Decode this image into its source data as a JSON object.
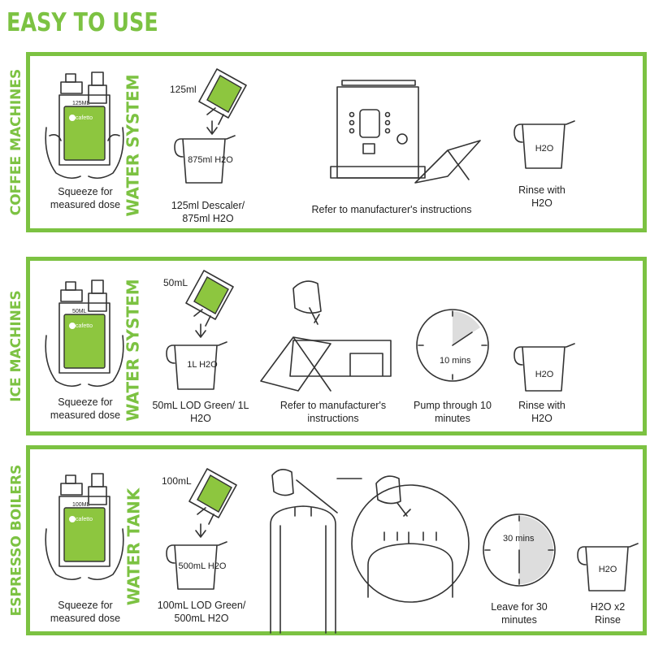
{
  "title": "EASY TO USE",
  "colors": {
    "brand_green": "#7cc242",
    "outline": "#333333"
  },
  "sections": [
    {
      "side_label": "COFFEE MACHINES",
      "system_label": "WATER SYSTEM",
      "bottle": {
        "brand": "cafetto",
        "dose_mark": "125ML",
        "caption": "Squeeze for measured dose"
      },
      "sachet_amount": "125ml",
      "jug_text": "875ml H2O",
      "mix_caption": "125ml Descaler/ 875ml H2O",
      "step_caption": "Refer to manufacturer's instructions",
      "rinse_jug_text": "H2O",
      "rinse_caption": "Rinse with H2O"
    },
    {
      "side_label": "ICE MACHINES",
      "system_label": "WATER SYSTEM",
      "bottle": {
        "brand": "cafetto",
        "dose_mark": "50ML",
        "caption": "Squeeze for measured dose"
      },
      "sachet_amount": "50mL",
      "jug_text": "1L H2O",
      "mix_caption": "50mL LOD Green/ 1L H2O",
      "step_caption": "Refer to manufacturer's instructions",
      "timer_text": "10 mins",
      "timer_caption": "Pump through 10 minutes",
      "rinse_jug_text": "H2O",
      "rinse_caption": "Rinse with H2O"
    },
    {
      "side_label": "ESPRESSO BOILERS",
      "system_label": "WATER TANK",
      "bottle": {
        "brand": "cafetto",
        "dose_mark": "100ML",
        "caption": "Squeeze for measured dose"
      },
      "sachet_amount": "100mL",
      "jug_text": "500mL H2O",
      "mix_caption": "100mL LOD Green/ 500mL H2O",
      "timer_text": "30 mins",
      "timer_caption": "Leave for 30 minutes",
      "rinse_jug_text": "H2O",
      "rinse_caption": "H2O x2 Rinse"
    }
  ]
}
